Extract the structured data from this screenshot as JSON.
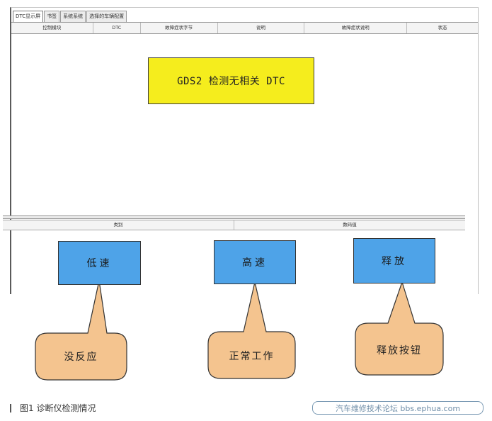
{
  "window": {
    "tabs": [
      "DTC显示屏",
      "书签",
      "系统系统",
      "选择的车辆配置"
    ],
    "top_columns": [
      "控制模块",
      "DTC",
      "故障症状字节",
      "说明",
      "故障症状说明",
      "状态"
    ],
    "bottom_columns": [
      "类别",
      "数码值"
    ]
  },
  "callouts": {
    "main_message": "GDS2 检测无相关 DTC",
    "buttons": [
      "低速",
      "高速",
      "释放"
    ],
    "bubbles": [
      "没反应",
      "正常工作",
      "释放按钮"
    ]
  },
  "colors": {
    "yellow": "#f5ed1d",
    "blue": "#4ea3e8",
    "bubble": "#f4c48f"
  },
  "caption": {
    "text": "图1 诊断仪检测情况"
  },
  "watermark": {
    "text": "汽车维修技术论坛 bbs.ephua.com"
  }
}
